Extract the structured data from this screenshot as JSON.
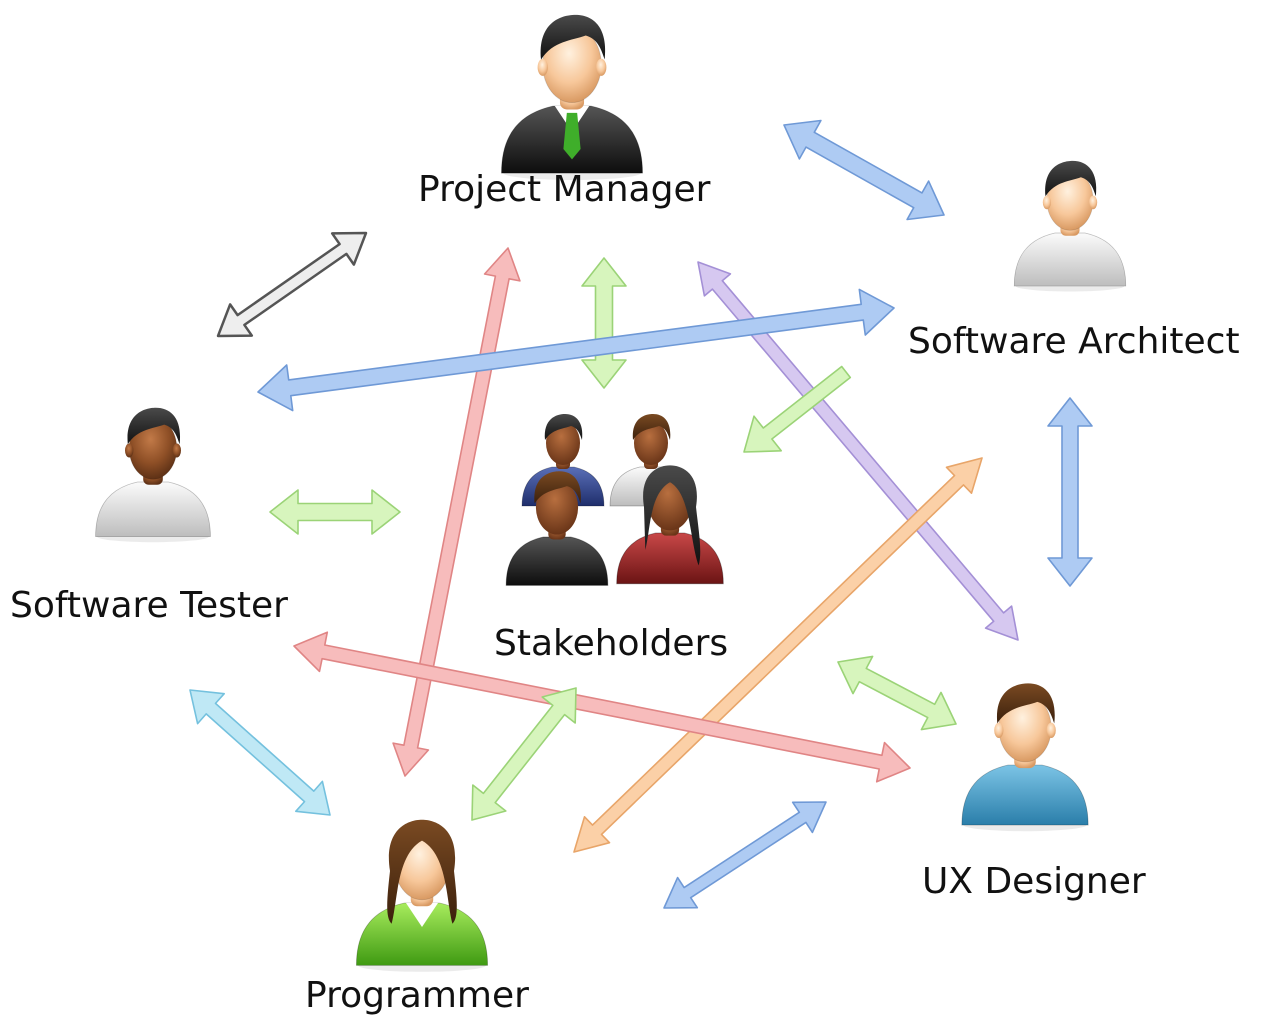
{
  "roles": {
    "project_manager": "Project Manager",
    "software_architect": "Software Architect",
    "software_tester": "Software Tester",
    "stakeholders": "Stakeholders",
    "ux_designer": "UX Designer",
    "programmer": "Programmer"
  },
  "colors": {
    "blue": "#aecbf3",
    "blue_stroke": "#6f99d6",
    "green": "#d7f5bd",
    "green_stroke": "#9bd377",
    "red": "#f7bcbc",
    "red_stroke": "#e08585",
    "purple": "#d6c8f0",
    "purple_stroke": "#a490d6",
    "orange": "#fbd0a7",
    "orange_stroke": "#e8a569",
    "gray": "#eeeeee",
    "gray_stroke": "#555555",
    "cyan": "#bfe8f5",
    "cyan_stroke": "#74c1de"
  },
  "connections": [
    {
      "from": "project_manager",
      "to": "software_architect",
      "color": "blue"
    },
    {
      "from": "project_manager",
      "to": "software_tester",
      "color": "gray"
    },
    {
      "from": "project_manager",
      "to": "stakeholders",
      "color": "green"
    },
    {
      "from": "project_manager",
      "to": "programmer",
      "color": "red"
    },
    {
      "from": "project_manager",
      "to": "ux_designer",
      "color": "purple"
    },
    {
      "from": "software_tester",
      "to": "software_architect",
      "color": "blue"
    },
    {
      "from": "software_architect",
      "to": "stakeholders",
      "color": "green"
    },
    {
      "from": "software_architect",
      "to": "ux_designer",
      "color": "blue"
    },
    {
      "from": "software_architect",
      "to": "programmer",
      "color": "orange"
    },
    {
      "from": "software_tester",
      "to": "stakeholders",
      "color": "green"
    },
    {
      "from": "software_tester",
      "to": "ux_designer",
      "color": "red"
    },
    {
      "from": "software_tester",
      "to": "programmer",
      "color": "cyan"
    },
    {
      "from": "programmer",
      "to": "stakeholders",
      "color": "green"
    },
    {
      "from": "programmer",
      "to": "ux_designer",
      "color": "blue"
    },
    {
      "from": "ux_designer",
      "to": "stakeholders",
      "color": "green"
    }
  ]
}
